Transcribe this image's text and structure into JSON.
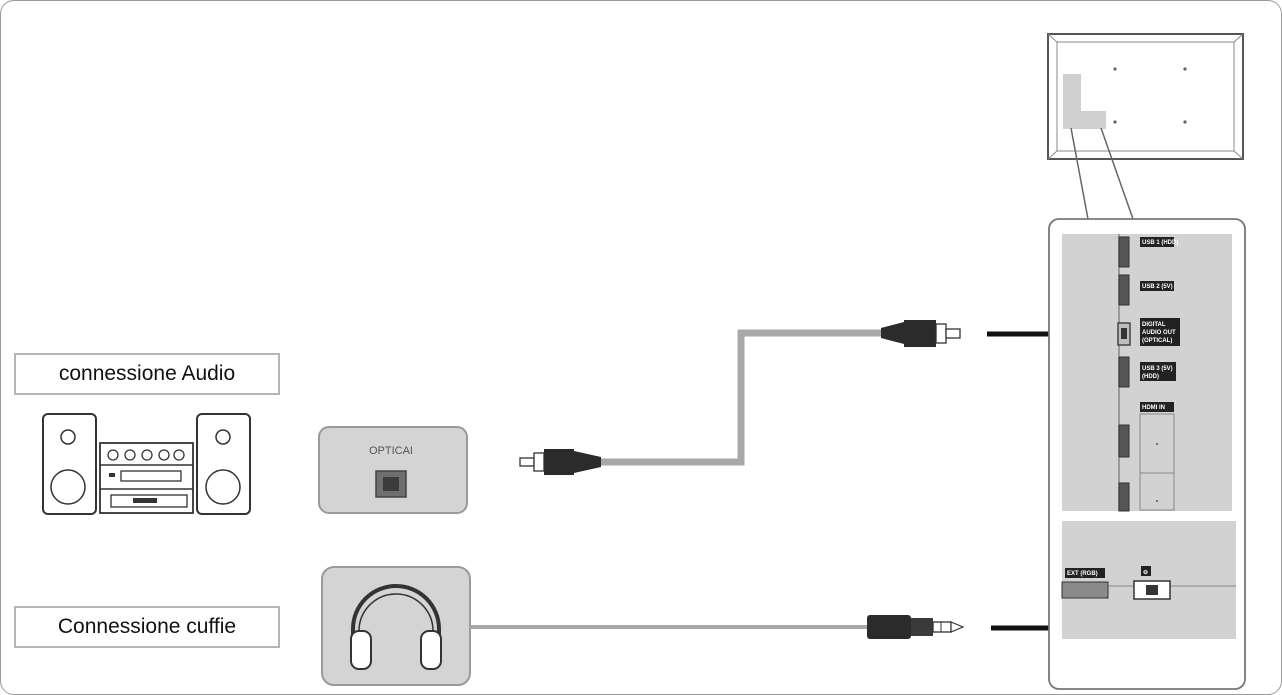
{
  "labels": {
    "audio_connection": "connessione Audio",
    "headphone_connection": "Connessione cuffie"
  },
  "optical_panel": {
    "label": "OPTICAI"
  },
  "tv_ports": {
    "usb1": "USB 1 (HDD)",
    "usb2": "USB 2 (5V)",
    "digital_audio_out_line1": "DIGITAL",
    "digital_audio_out_line2": "AUDIO OUT",
    "digital_audio_out_line3": "(OPTICAL)",
    "usb3_line1": "USB 3 (5V)",
    "usb3_line2": "(HDD)",
    "hdmi_in": "HDMI IN",
    "ext_rgb": "EXT (RGB)",
    "headphone_symbol": "⊖"
  },
  "colors": {
    "frame_border": "#9a9a9a",
    "panel_gray": "#d4d4d4",
    "cable_gray": "#a8a8a8",
    "plug_dark": "#2b2b2b",
    "arrow_black": "#111111"
  }
}
